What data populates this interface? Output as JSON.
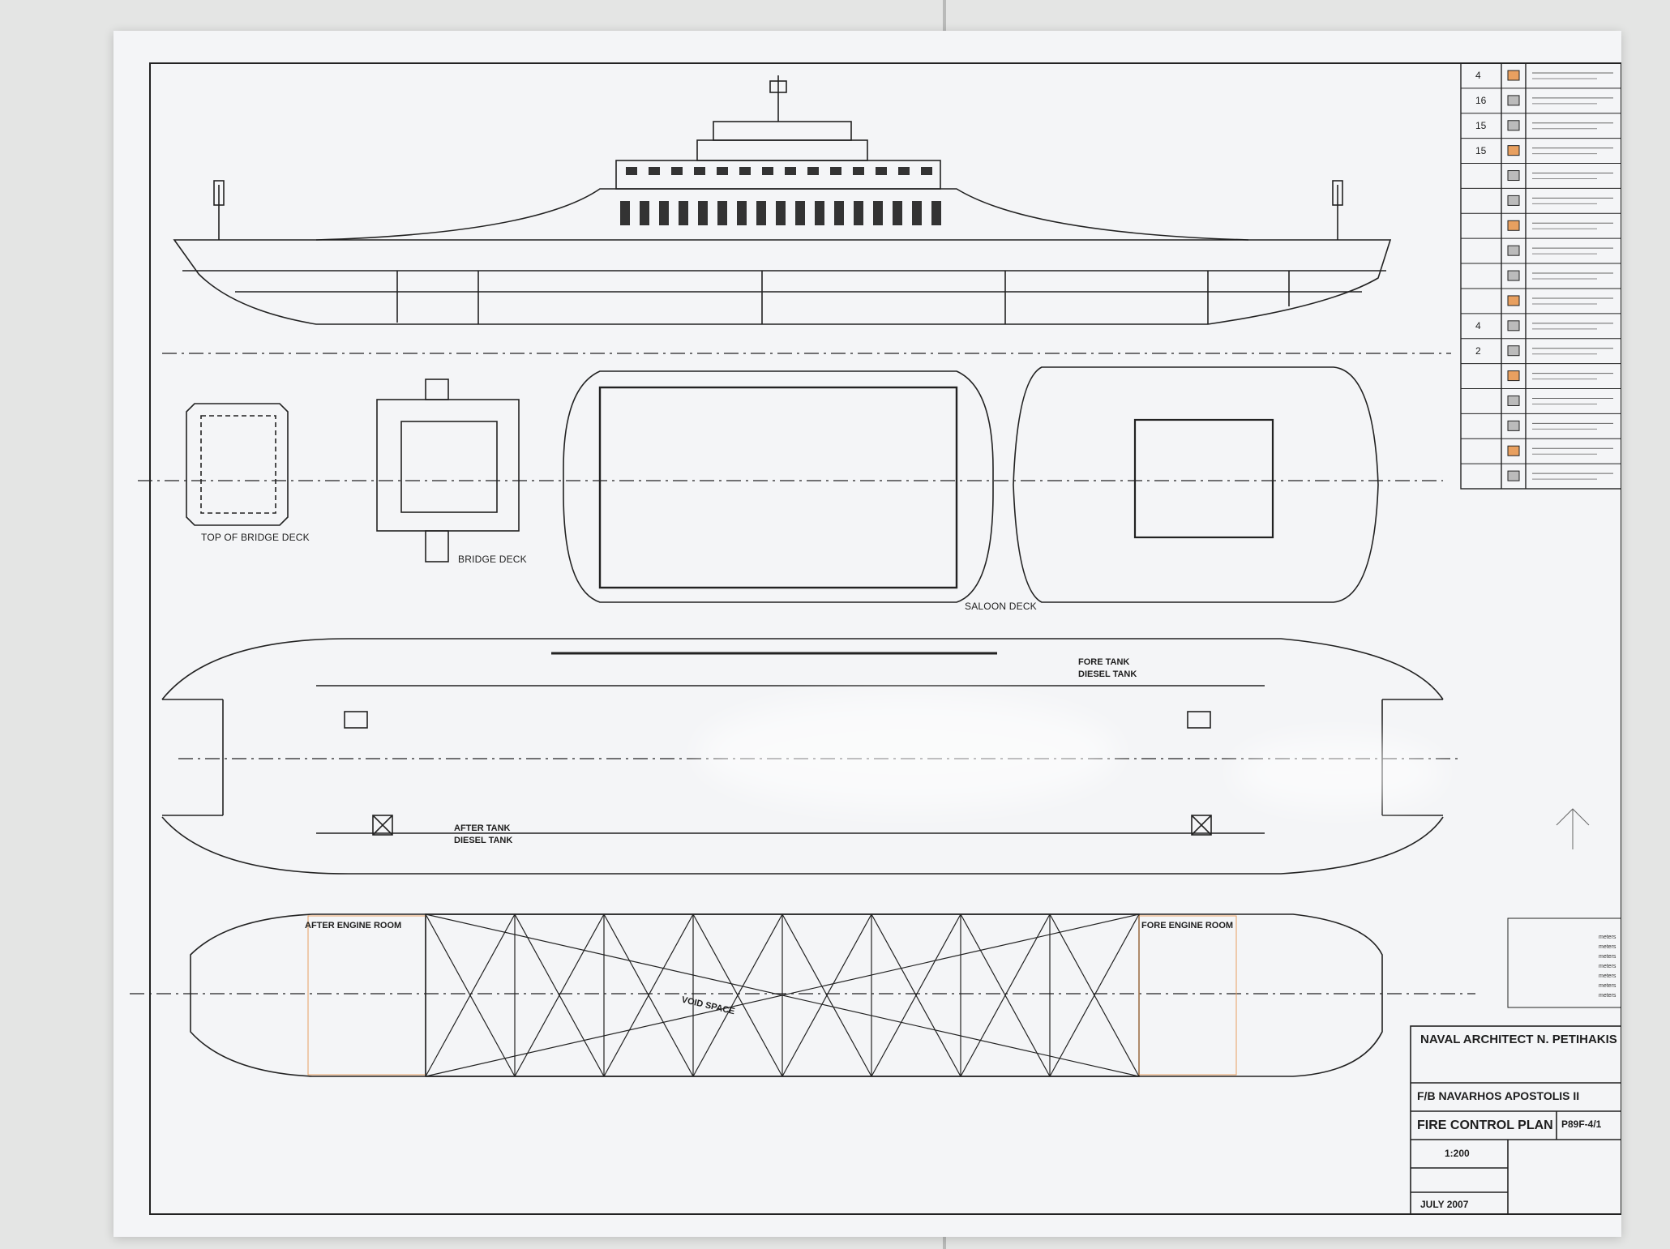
{
  "drawing": {
    "deck_labels": {
      "top_bridge": "TOP OF BRIDGE DECK",
      "bridge": "BRIDGE DECK",
      "saloon": "SALOON DECK"
    },
    "tank_labels": {
      "fore_tank": "FORE TANK",
      "diesel_tank_upper": "DIESEL TANK",
      "after_tank": "AFTER TANK",
      "diesel_tank_lower": "DIESEL TANK"
    },
    "engine_labels": {
      "after_engine_room": "AFTER ENGINE ROOM",
      "fore_engine_room": "FORE ENGINE ROOM",
      "void_space": "VOID SPACE"
    }
  },
  "title_block": {
    "firm": "NAVAL ARCHITECT N. PETIHAKIS",
    "vessel": "F/B NAVARHOS APOSTOLIS II",
    "title": "FIRE CONTROL PLAN",
    "drawing_no": "P89F-4/1",
    "scale": "1:200",
    "date": "JULY 2007"
  },
  "legend": {
    "quantities": [
      "4",
      "16",
      "15",
      "15",
      "",
      "",
      "",
      "",
      "",
      "",
      "4",
      "2",
      "",
      "",
      "",
      "",
      ""
    ]
  },
  "particulars": {
    "units": [
      "meters",
      "meters",
      "meters",
      "meters",
      "meters",
      "meters",
      "meters"
    ]
  },
  "colors": {
    "ink": "#222222",
    "fire_orange": "#e8a060",
    "paper": "#f4f5f7",
    "wall": "#e4e5e4"
  }
}
